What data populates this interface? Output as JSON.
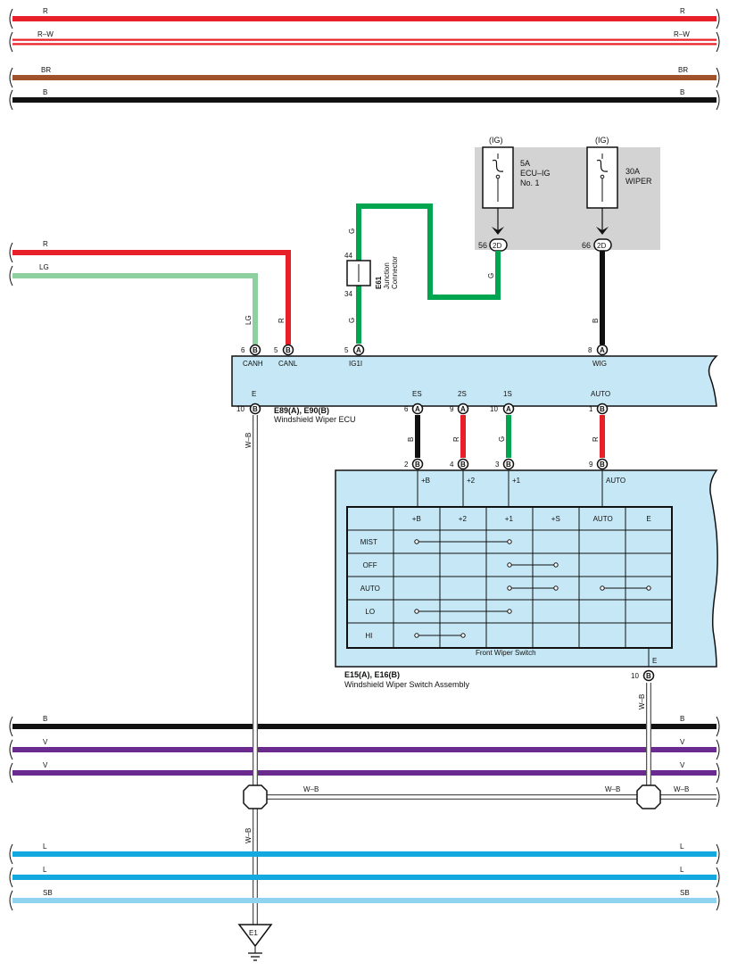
{
  "buses_top": [
    {
      "label": "R",
      "color": "#e8202a",
      "style": "solid"
    },
    {
      "label": "R–W",
      "color": "#e8202a",
      "style": "stripe"
    },
    {
      "label": "BR",
      "color": "#a0522d",
      "style": "solid"
    },
    {
      "label": "B",
      "color": "#111111",
      "style": "solid"
    }
  ],
  "buses_bottom_1": [
    {
      "label": "B",
      "color": "#111111"
    },
    {
      "label": "V",
      "color": "#6a2a8e"
    },
    {
      "label": "V",
      "color": "#6a2a8e"
    }
  ],
  "buses_bottom_2": [
    {
      "label": "L",
      "color": "#13a9e0"
    },
    {
      "label": "L",
      "color": "#13a9e0"
    },
    {
      "label": "SB",
      "color": "#8fd3f0"
    }
  ],
  "fuse_box": {
    "fuse1": {
      "source": "(IG)",
      "rating": "5A",
      "name1": "ECU–IG",
      "name2": "No. 1",
      "pin": "56",
      "conn": "2D"
    },
    "fuse2": {
      "source": "(IG)",
      "rating": "30A",
      "name1": "WIPER",
      "pin": "66",
      "conn": "2D"
    }
  },
  "junction": {
    "id": "E61",
    "line1": "Junction",
    "line2": "Connector",
    "pin_top": "44",
    "pin_bottom": "34"
  },
  "left_wires": [
    {
      "label": "R",
      "color": "#e8202a"
    },
    {
      "label": "LG",
      "color": "#8fd0a0"
    }
  ],
  "ecu": {
    "conn_line": "E89(A), E90(B)",
    "name": "Windshield Wiper ECU",
    "top_pins": [
      {
        "pin": "6",
        "conn": "B",
        "term": "CANH",
        "wire": "LG"
      },
      {
        "pin": "5",
        "conn": "B",
        "term": "CANL",
        "wire": "R"
      },
      {
        "pin": "5",
        "conn": "A",
        "term": "IG1I",
        "wire": "G"
      },
      {
        "pin": "8",
        "conn": "A",
        "term": "WIG",
        "wire": "B"
      }
    ],
    "bottom_pins": [
      {
        "pin": "10",
        "conn": "B",
        "term": "E",
        "wire": "W–B"
      },
      {
        "pin": "6",
        "conn": "A",
        "term": "ES",
        "wire": "B"
      },
      {
        "pin": "9",
        "conn": "A",
        "term": "2S",
        "wire": "R"
      },
      {
        "pin": "10",
        "conn": "A",
        "term": "1S",
        "wire": "G"
      },
      {
        "pin": "1",
        "conn": "B",
        "term": "AUTO",
        "wire": "R"
      }
    ]
  },
  "wire_G_label": "G",
  "switch": {
    "conn_line": "E15(A), E16(B)",
    "name": "Windshield Wiper Switch Assembly",
    "inner_title": "Front Wiper Switch",
    "top_pins": [
      {
        "pin": "2",
        "conn": "B",
        "term": "+B"
      },
      {
        "pin": "4",
        "conn": "B",
        "term": "+2"
      },
      {
        "pin": "3",
        "conn": "B",
        "term": "+1"
      },
      {
        "pin": "9",
        "conn": "B",
        "term": "AUTO"
      }
    ],
    "ground_pin": {
      "pin": "10",
      "conn": "B",
      "term": "E",
      "wire": "W–B"
    },
    "table_headers": [
      "+B",
      "+2",
      "+1",
      "+S",
      "AUTO",
      "E"
    ],
    "table_rows": [
      "MIST",
      "OFF",
      "AUTO",
      "LO",
      "HI"
    ]
  },
  "ground_wire_label": "W–B",
  "ground_symbol": "E1"
}
